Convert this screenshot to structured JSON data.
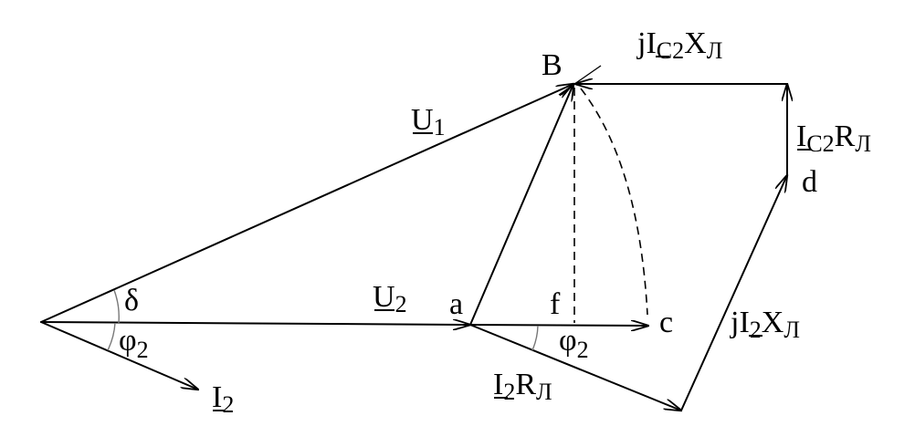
{
  "labels": {
    "U1": {
      "main": "U",
      "sub": "1"
    },
    "U2": {
      "main": "U",
      "sub": "2"
    },
    "I2": {
      "main": "I",
      "sub": "2"
    },
    "phi2_left": {
      "main": "φ",
      "sub": "2"
    },
    "phi2_mid": {
      "main": "φ",
      "sub": "2"
    },
    "delta": "δ",
    "point_a": "a",
    "point_f": "f",
    "point_c": "c",
    "point_B": "B",
    "point_d": "d",
    "I2RL": {
      "main": "I",
      "sub": "2",
      "tail": "R",
      "tail_sub": "Л"
    },
    "jI2XL": {
      "prefix": "j",
      "main": "I",
      "sub": "2",
      "tail": "X",
      "tail_sub": "Л"
    },
    "jIc2XL": {
      "prefix": "j",
      "main": "I",
      "sub": "С2",
      "tail": "X",
      "tail_sub": "Л"
    },
    "Ic2RL": {
      "main": "I",
      "sub": "С2",
      "tail": "R",
      "tail_sub": "Л"
    }
  }
}
